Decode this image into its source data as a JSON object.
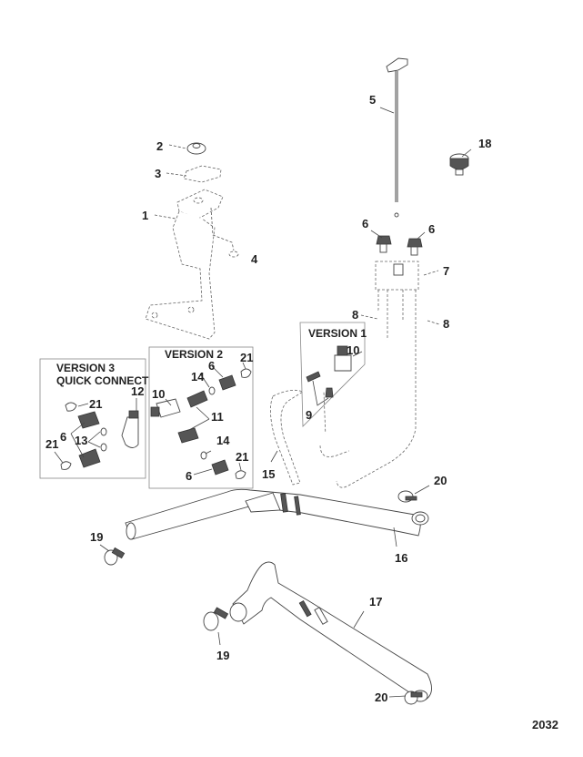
{
  "figure_number": "2032",
  "boxes": {
    "version1": "VERSION 1",
    "version2": "VERSION 2",
    "version3_line1": "VERSION 3",
    "version3_line2": "QUICK CONNECT"
  },
  "callouts": {
    "c1": "1",
    "c2": "2",
    "c3": "3",
    "c4": "4",
    "c5": "5",
    "c6a": "6",
    "c6b": "6",
    "c6c": "6",
    "c6d": "6",
    "c6e": "6",
    "c7": "7",
    "c8a": "8",
    "c8b": "8",
    "c9": "9",
    "c10a": "10",
    "c10b": "10",
    "c11": "11",
    "c12": "12",
    "c13": "13",
    "c14a": "14",
    "c14b": "14",
    "c15": "15",
    "c16": "16",
    "c17": "17",
    "c18": "18",
    "c19a": "19",
    "c19b": "19",
    "c20a": "20",
    "c20b": "20",
    "c21a": "21",
    "c21b": "21",
    "c21c": "21",
    "c21d": "21"
  }
}
